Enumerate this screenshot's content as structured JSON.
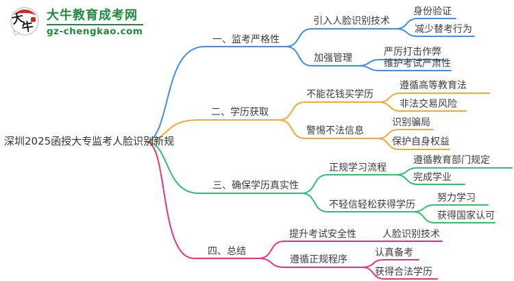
{
  "logo": {
    "icon": "ox-speech-bubble-logo-icon",
    "icon_char1": "大",
    "icon_char2": "牛",
    "title": "大牛教育成考网",
    "url": "gz-chengkao.com",
    "brand_color": "#1E8A3C",
    "accent_red": "#D5281E"
  },
  "map": {
    "root": "深圳2025函授大专监考人脸识别新规",
    "text_color": "#3c3c3c",
    "branches": [
      {
        "label": "一、监考严格性",
        "color": "#3E8EE8",
        "children": [
          {
            "label": "引入人脸识别技术",
            "children": [
              {
                "label": "身份验证"
              },
              {
                "label": "减少替考行为"
              }
            ]
          },
          {
            "label": "加强管理",
            "children": [
              {
                "label": "严厉打击作弊"
              },
              {
                "label": "维护考试严肃性"
              }
            ]
          }
        ]
      },
      {
        "label": "二、学历获取",
        "color": "#F5A72E",
        "children": [
          {
            "label": "不能花钱买学历",
            "children": [
              {
                "label": "遵循高等教育法"
              },
              {
                "label": "非法交易风险"
              }
            ]
          },
          {
            "label": "警惕不法信息",
            "children": [
              {
                "label": "识别骗局"
              },
              {
                "label": "保护自身权益"
              }
            ]
          }
        ]
      },
      {
        "label": "三、确保学历真实性",
        "color": "#2EC16F",
        "children": [
          {
            "label": "正规学习流程",
            "children": [
              {
                "label": "遵循教育部门规定"
              },
              {
                "label": "完成学业"
              }
            ]
          },
          {
            "label": "不轻信轻松获得学历",
            "children": [
              {
                "label": "努力学习"
              },
              {
                "label": "获得国家认可"
              }
            ]
          }
        ]
      },
      {
        "label": "四、总结",
        "color": "#EE2E7B",
        "children": [
          {
            "label": "提升考试安全性",
            "children": [
              {
                "label": "人脸识别技术"
              }
            ]
          },
          {
            "label": "遵循正规程序",
            "children": [
              {
                "label": "认真备考"
              },
              {
                "label": "获得合法学历"
              }
            ]
          }
        ]
      }
    ]
  }
}
